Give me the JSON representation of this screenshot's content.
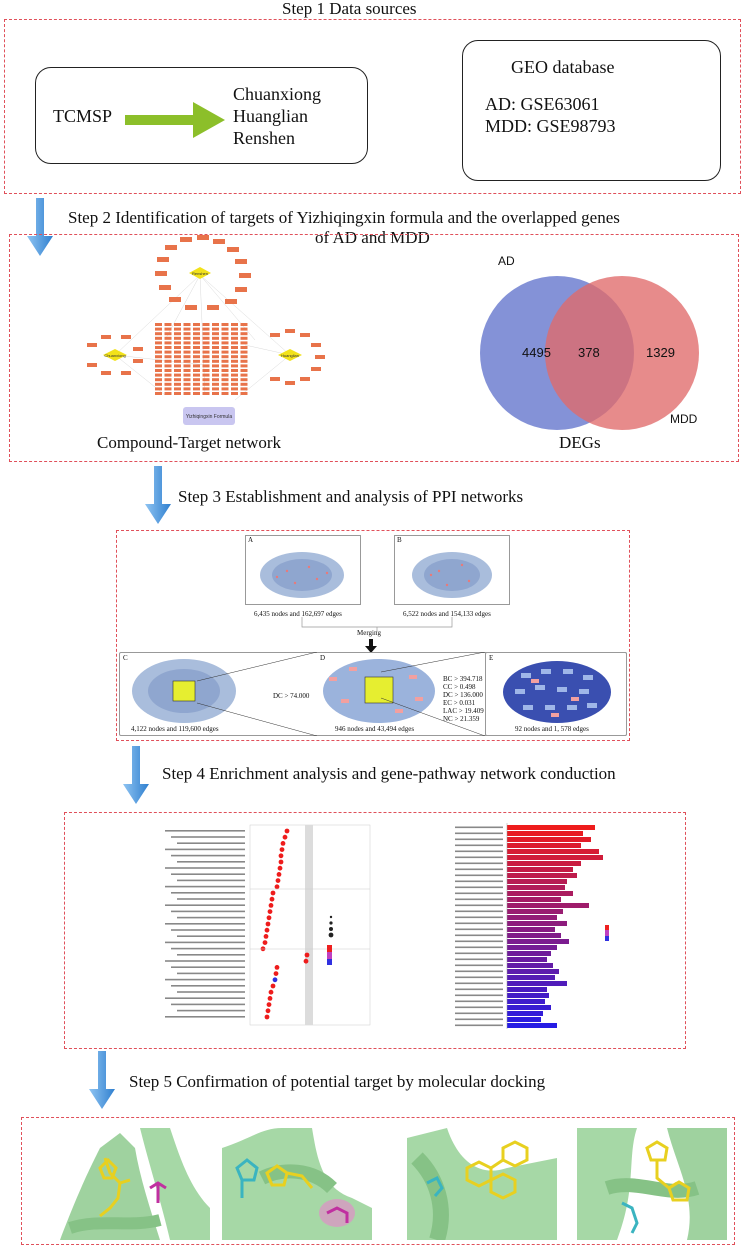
{
  "steps": {
    "s1": "Step 1 Data sources",
    "s2_line1": "Step 2 Identification of targets of Yizhiqingxin formula and the overlapped genes",
    "s2_line2": "of AD and MDD",
    "s3": "Step 3 Establishment and analysis of PPI networks",
    "s4": "Step 4 Enrichment analysis and gene-pathway network conduction",
    "s5": "Step 5  Confirmation of potential target by molecular docking"
  },
  "step1": {
    "source": "TCMSP",
    "herbs": [
      "Chuanxiong",
      "Huanglian",
      "Renshen"
    ],
    "geo_title": "GEO database",
    "geo_ad": "AD: GSE63061",
    "geo_mdd": "MDD: GSE98793"
  },
  "step2": {
    "network_nodes": {
      "renshen": "Renshen",
      "chuanxiong": "Chuanxiong",
      "huanglian": "Huanglian",
      "formula": "Yizhiqingxin Formula"
    },
    "network_caption": "Compound-Target network",
    "venn": {
      "left_label": "AD",
      "right_label": "MDD",
      "left_only": "4495",
      "overlap": "378",
      "right_only": "1329"
    },
    "venn_caption": "DEGs"
  },
  "step3": {
    "panels": {
      "a": {
        "letter": "A",
        "caption": "6,435 nodes and 162,697 edges"
      },
      "b": {
        "letter": "B",
        "caption": "6,522 nodes and 154,133 edges"
      },
      "c": {
        "letter": "C",
        "caption": "4,122 nodes and 119,600 edges"
      },
      "d": {
        "letter": "D",
        "caption": "946 nodes and 43,494 edges"
      },
      "e": {
        "letter": "E",
        "caption": "92 nodes and 1, 578 edges"
      }
    },
    "merging": "Merging",
    "dc_threshold": "DC > 74.000",
    "filters": [
      "BC > 394.718",
      "CC > 0.498",
      "DC > 136.000",
      "EC > 0.031",
      "LAC > 19.409",
      "NC > 21.359"
    ]
  },
  "colors": {
    "panel_border": "#e0505a",
    "arrow_blue": "#3f8fd8",
    "arrow_green": "#8cbf2a",
    "venn_blue": "#6f7fd0",
    "venn_red": "#e06a6a",
    "network_orange": "#e8734a",
    "network_yellow": "#f2e21a",
    "bar_red": "#ee1c1c",
    "bar_purple": "#a0189a",
    "bar_blue": "#2020e0",
    "protein_green": "#8cc88c",
    "ligand_yellow": "#e8d020",
    "residue_cyan": "#3ab4c0",
    "residue_magenta": "#c030a0"
  }
}
